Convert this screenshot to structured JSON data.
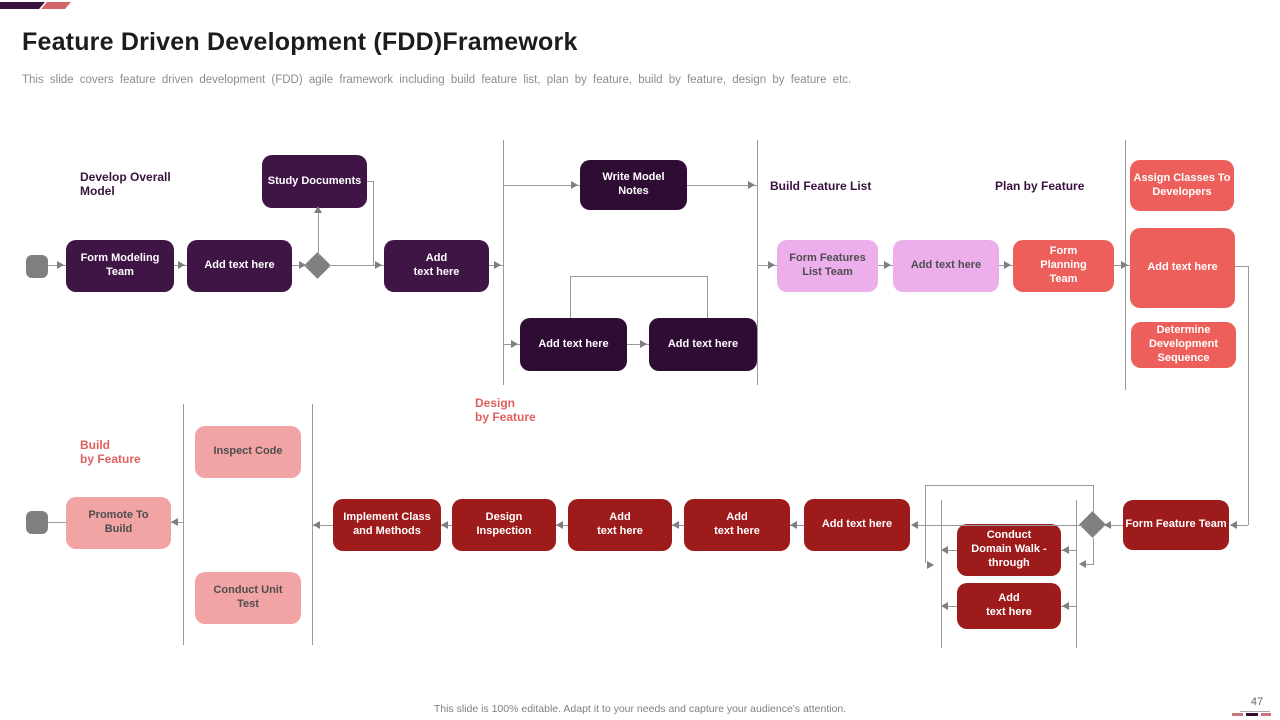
{
  "slide": {
    "title": "Feature Driven Development (FDD)Framework",
    "subtitle": "This slide covers feature driven development (FDD) agile framework including build feature list, plan by feature, build by feature, design by feature etc.",
    "footer": "This slide is 100% editable. Adapt it to your needs and capture your audience's attention.",
    "page_number": "47"
  },
  "labels": {
    "develop_overall_model": "Develop Overall\nModel",
    "build_feature_list": "Build Feature List",
    "plan_by_feature": "Plan by Feature",
    "design_by_feature": "Design\nby Feature",
    "build_by_feature": "Build\nby Feature"
  },
  "nodes": {
    "form_modeling_team": "Form Modeling\nTeam",
    "add_text_1": "Add text here",
    "study_documents": "Study Documents",
    "add_text_2": "Add\ntext here",
    "write_model_notes": "Write Model\nNotes",
    "add_text_3": "Add text here",
    "add_text_4": "Add text here",
    "form_features_list_team": "Form Features\nList Team",
    "add_text_5": "Add text here",
    "form_planning_team": "Form\nPlanning\nTeam",
    "assign_classes_to_developers": "Assign Classes To\nDevelopers",
    "add_text_6": "Add text here",
    "determine_development_sequence": "Determine\nDevelopment\nSequence",
    "form_feature_team": "Form Feature Team",
    "conduct_domain_walkthrough": "Conduct\nDomain Walk -\nthrough",
    "add_text_7": "Add\ntext here",
    "add_text_8": "Add text here",
    "add_text_9": "Add\ntext here",
    "add_text_10": "Add\ntext here",
    "design_inspection": "Design\nInspection",
    "implement_class_and_methods": "Implement Class\nand Methods",
    "inspect_code": "Inspect Code",
    "promote_to_build": "Promote To\nBuild",
    "conduct_unit_test": "Conduct Unit\nTest"
  },
  "colors": {
    "dark_purple": "#3F1546",
    "deep_purple": "#2F0C34",
    "light_violet": "#ECAFEC",
    "salmon_red": "#EC5F5B",
    "dark_red": "#9E1B1C",
    "light_pink": "#F2A4A5",
    "connector_gray": "#8C8C8C",
    "label_purple": "#3A1240",
    "label_salmon": "#E06060"
  }
}
